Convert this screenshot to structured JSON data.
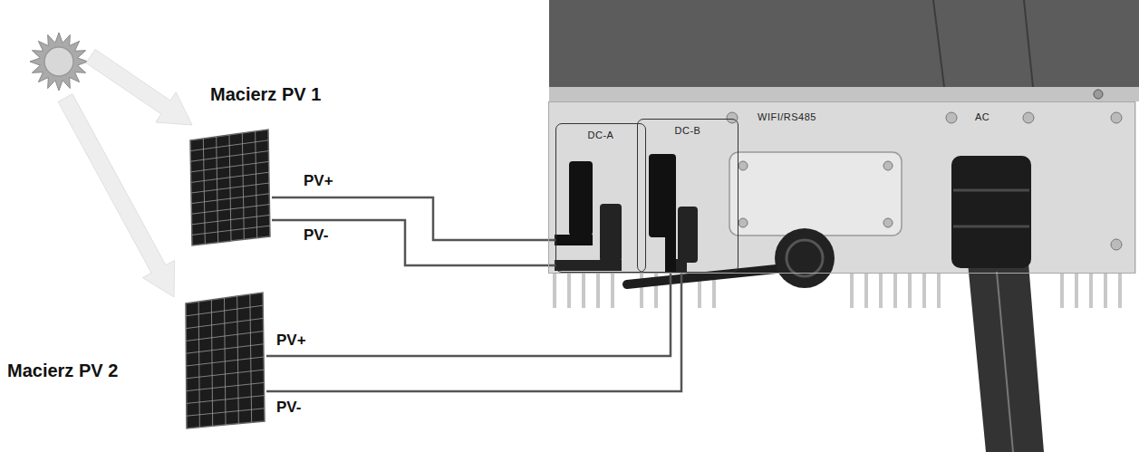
{
  "diagram": {
    "nodes": [
      {
        "text": [
          "Macierz PV 1"
        ]
      },
      {
        "text": [
          "Macierz PV 2"
        ]
      },
      {
        "text": [
          "WIFI/RS485",
          "AC"
        ]
      },
      {
        "text": [
          "DC-A"
        ],
        "in": 2
      },
      {
        "text": [
          "DC-B"
        ],
        "in": 2
      }
    ],
    "edges": [
      {
        "from": 0,
        "to": 3,
        "arrow": "none",
        "label": "PV+"
      },
      {
        "from": 0,
        "to": 3,
        "arrow": "none",
        "label": "PV-"
      },
      {
        "from": 1,
        "to": 4,
        "arrow": "none",
        "label": "PV+"
      },
      {
        "from": 1,
        "to": 4,
        "arrow": "none",
        "label": "PV-"
      }
    ]
  }
}
